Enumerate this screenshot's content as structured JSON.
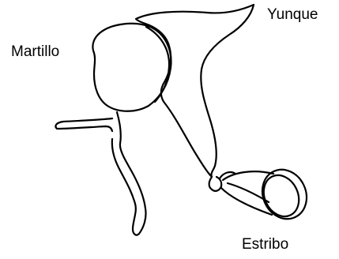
{
  "labels": {
    "hammer": "Martillo",
    "anvil": "Yunque",
    "stirrup": "Estribo"
  },
  "colors": {
    "background": "#ffffff",
    "ink": "#000000"
  }
}
